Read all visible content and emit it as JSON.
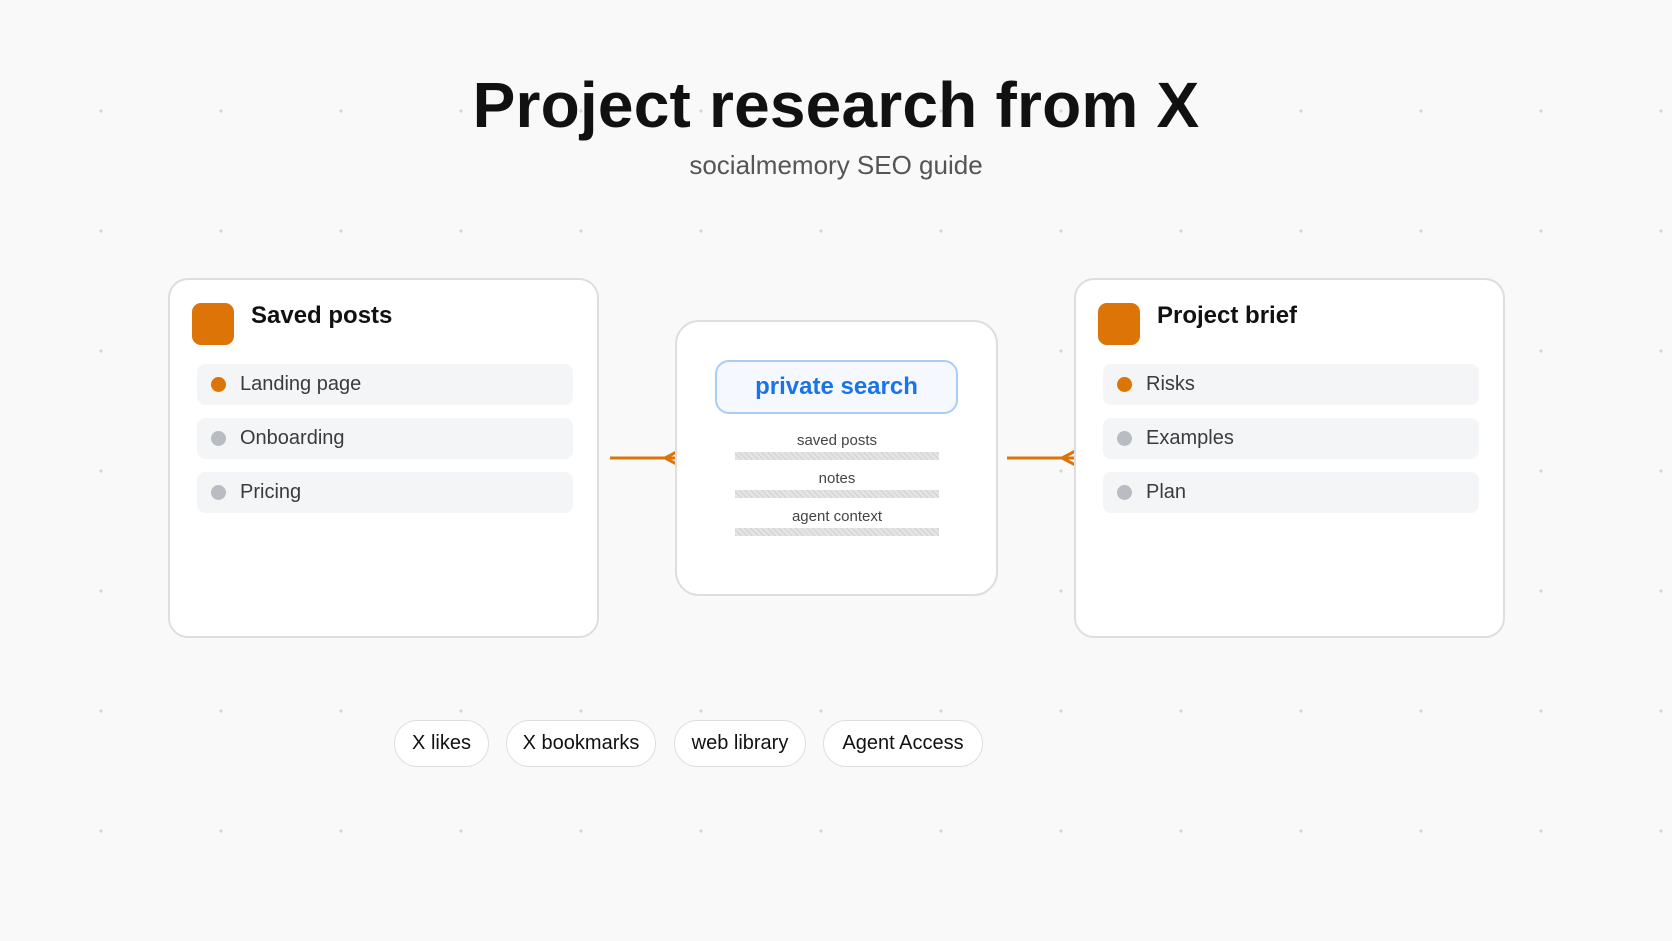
{
  "header": {
    "title": "Project research from X",
    "subtitle": "socialmemory SEO guide"
  },
  "left_card": {
    "title": "Saved posts",
    "items": [
      {
        "label": "Landing page",
        "active": true
      },
      {
        "label": "Onboarding",
        "active": false
      },
      {
        "label": "Pricing",
        "active": false
      }
    ]
  },
  "hub": {
    "search_label": "private search",
    "rows": [
      "saved posts",
      "notes",
      "agent context"
    ]
  },
  "right_card": {
    "title": "Project brief",
    "items": [
      {
        "label": "Risks",
        "active": true
      },
      {
        "label": "Examples",
        "active": false
      },
      {
        "label": "Plan",
        "active": false
      }
    ]
  },
  "chips": [
    "X likes",
    "X bookmarks",
    "web library",
    "Agent Access"
  ],
  "colors": {
    "accent": "#dd7407",
    "search_blue": "#1a73e8",
    "inactive_dot": "#b9bdc3"
  },
  "icons": {
    "card_badge": "orange-square-icon",
    "connector": "arrow-left-icon"
  }
}
